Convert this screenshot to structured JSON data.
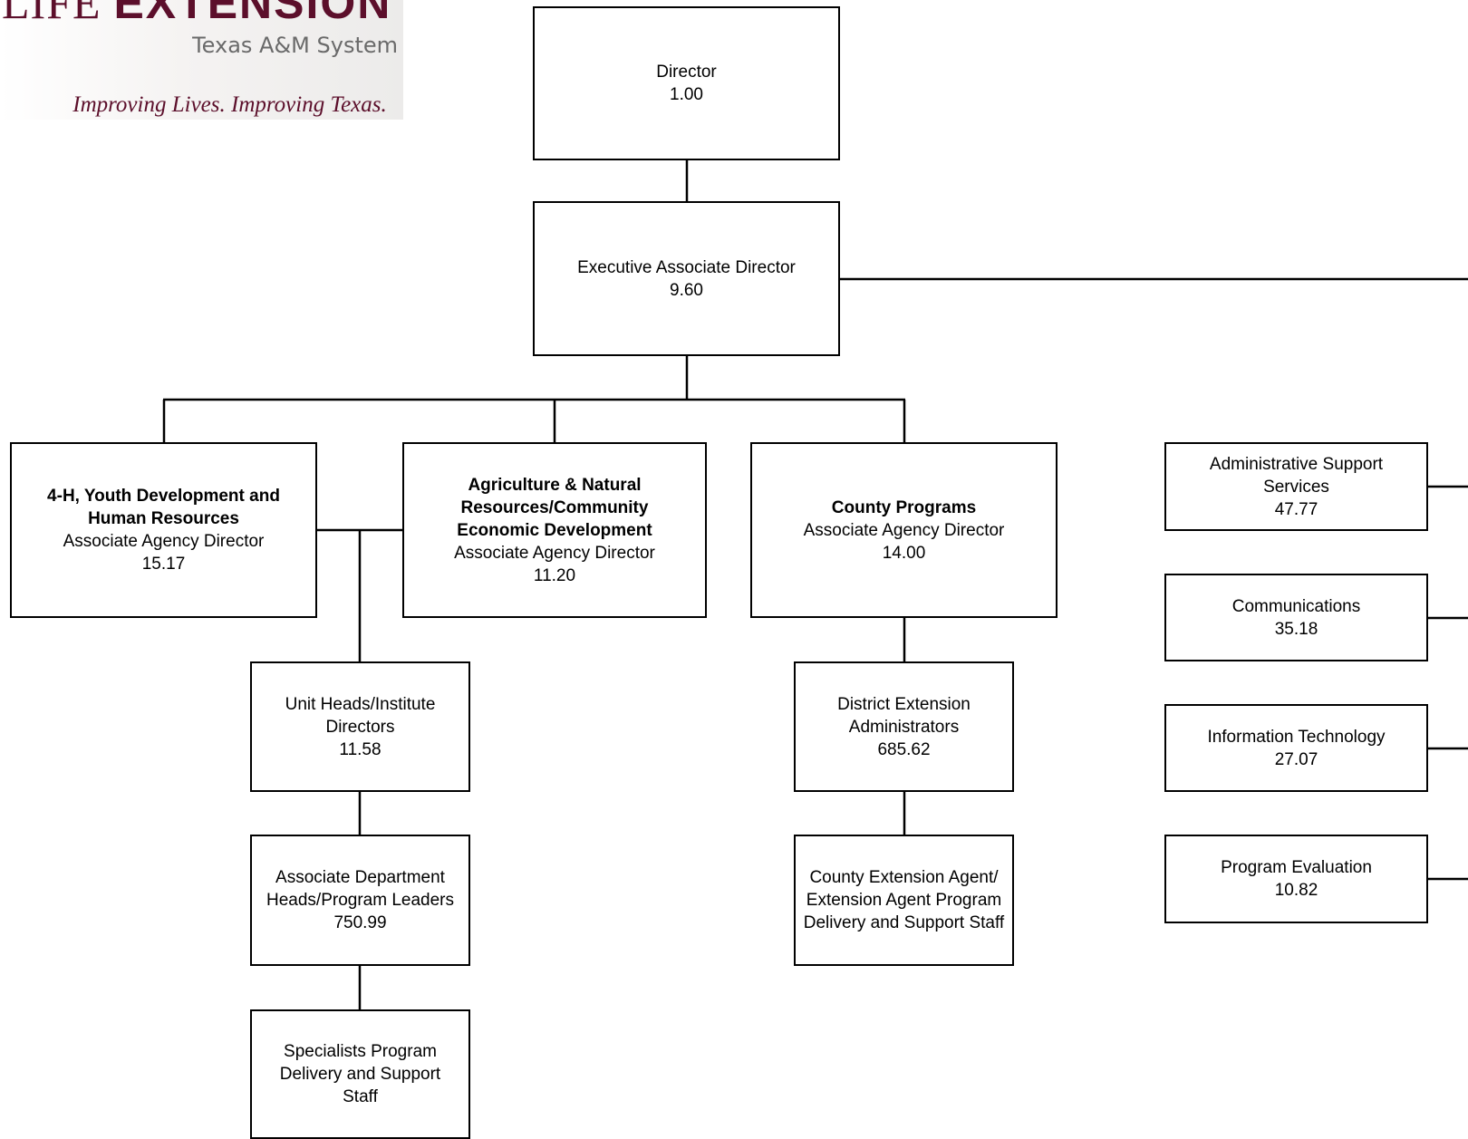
{
  "logo": {
    "brand_word1": "LIFE",
    "brand_word2": "EXTENSION",
    "system": "Texas A&M System",
    "tagline": "Improving Lives. Improving Texas."
  },
  "colors": {
    "brand": "#5c0f2b",
    "line": "#000000",
    "box_fill": "#ffffff"
  },
  "orgchart": {
    "director": {
      "title": "Director",
      "fte": "1.00"
    },
    "executive": {
      "title": "Executive Associate Director",
      "fte": "9.60"
    },
    "youth": {
      "name": "4-H, Youth Development and Human Resources",
      "role": "Associate Agency Director",
      "fte": "15.17"
    },
    "agriculture": {
      "name": "Agriculture & Natural Resources/Community Economic Development",
      "role": "Associate Agency Director",
      "fte": "11.20"
    },
    "county": {
      "name": "County Programs",
      "role": "Associate Agency Director",
      "fte": "14.00"
    },
    "unit_heads": {
      "title": "Unit Heads/Institute Directors",
      "fte": "11.58"
    },
    "assoc_dept": {
      "title": "Associate Department Heads/Program Leaders",
      "fte": "750.99"
    },
    "specialists": {
      "title": "Specialists Program Delivery and Support Staff"
    },
    "district": {
      "title": "District Extension Administrators",
      "fte": "685.62"
    },
    "county_agent": {
      "title": "County Extension Agent/ Extension Agent Program Delivery and Support Staff"
    },
    "admin_support": {
      "title": "Administrative Support Services",
      "fte": "47.77"
    },
    "communications": {
      "title": "Communications",
      "fte": "35.18"
    },
    "it": {
      "title": "Information Technology",
      "fte": "27.07"
    },
    "program_eval": {
      "title": "Program Evaluation",
      "fte": "10.82"
    }
  }
}
